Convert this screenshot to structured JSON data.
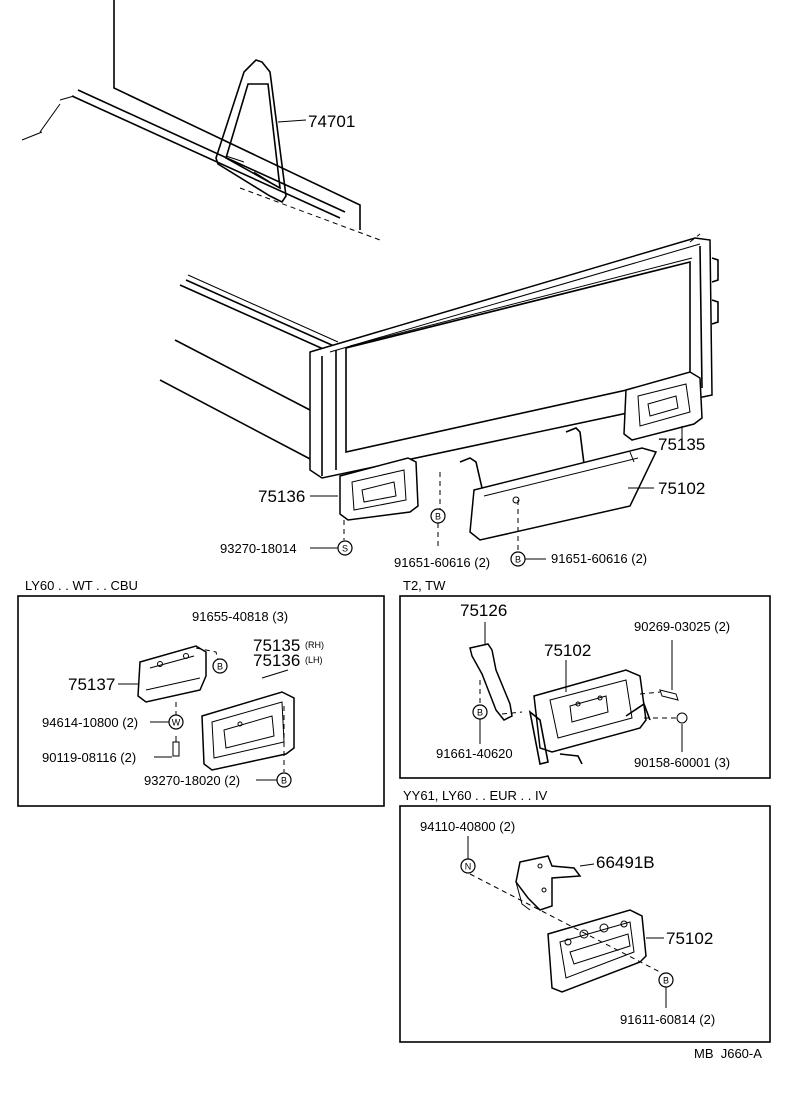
{
  "main": {
    "callouts": {
      "p74701": "74701",
      "p75135": "75135",
      "p75102": "75102",
      "p75136": "75136",
      "p93270_18014": "93270-18014",
      "p91651_left": "91651-60616 (2)",
      "p91651_right": "91651-60616 (2)"
    }
  },
  "inset_ly60": {
    "title": "LY60 . . WT . . CBU",
    "callouts": {
      "p91655": "91655-40818 (3)",
      "p75135": "75135",
      "p75135_side": "(RH)",
      "p75136": "75136",
      "p75136_side": "(LH)",
      "p75137": "75137",
      "p94614": "94614-10800 (2)",
      "p90119": "90119-08116 (2)",
      "p93270_18020": "93270-18020 (2)"
    }
  },
  "inset_t2": {
    "title": "T2, TW",
    "callouts": {
      "p75126": "75126",
      "p75102": "75102",
      "p90269": "90269-03025 (2)",
      "p91661": "91661-40620",
      "p90158": "90158-60001 (3)"
    }
  },
  "inset_yy61": {
    "title": "YY61, LY60 . . EUR . . IV",
    "callouts": {
      "p94110": "94110-40800 (2)",
      "p66491b": "66491B",
      "p75102": "75102",
      "p91611": "91611-60814 (2)"
    }
  },
  "symbols": {
    "b": "B",
    "s": "S",
    "w": "W",
    "n": "N"
  },
  "footer": {
    "code": "MB  J660-A"
  }
}
